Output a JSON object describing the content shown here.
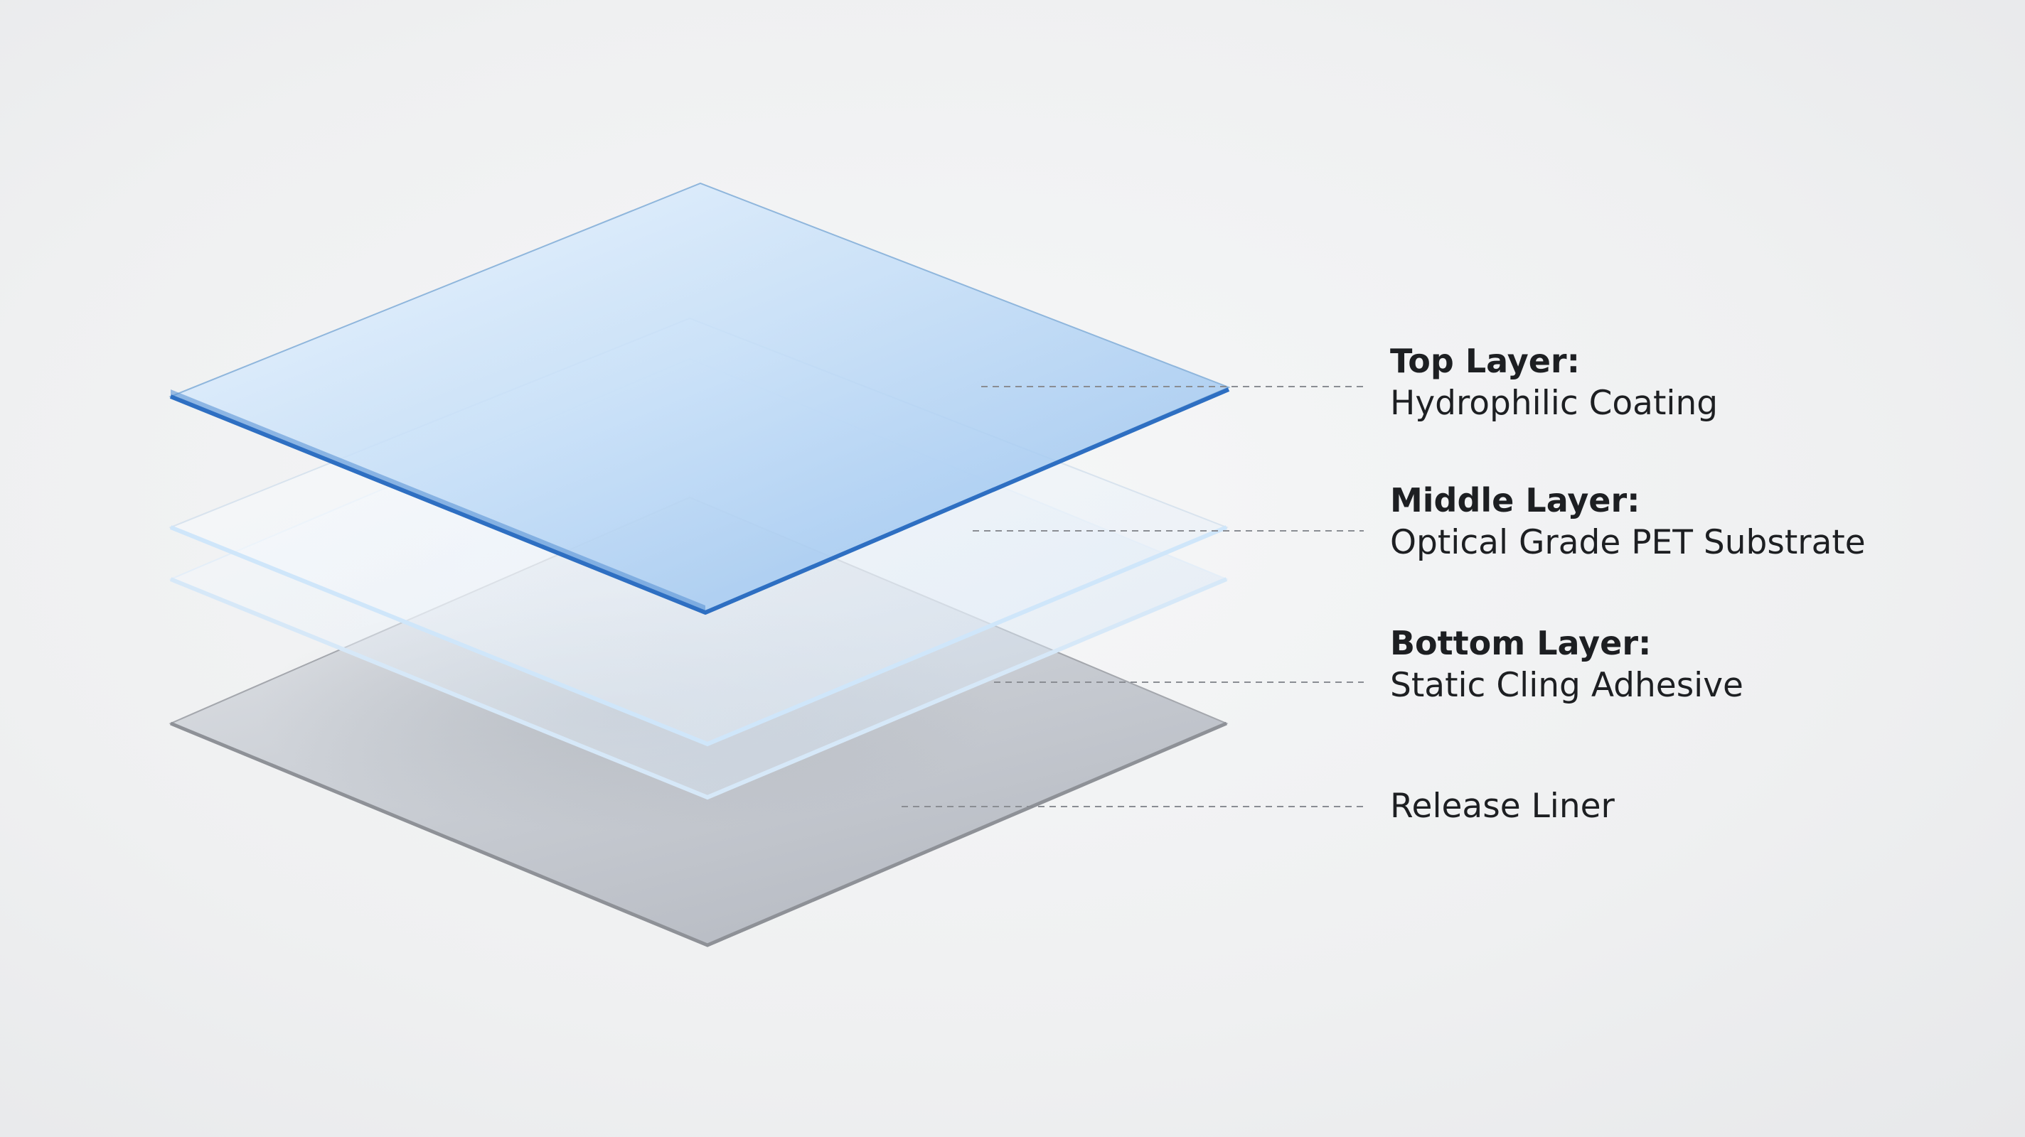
{
  "layers": [
    {
      "key": "top",
      "title": "Top Layer:",
      "description": "Hydrophilic Coating"
    },
    {
      "key": "middle",
      "title": "Middle Layer:",
      "description": "Optical Grade PET Substrate"
    },
    {
      "key": "bottom",
      "title": "Bottom Layer:",
      "description": "Static Cling Adhesive"
    },
    {
      "key": "liner",
      "title": "",
      "description": "Release Liner"
    }
  ],
  "colors": {
    "background": "#eff0f1",
    "top_layer_fill": "#a9cdf3",
    "top_layer_edge": "#2e6fc2",
    "clear_layer_edge": "#cfe6fa",
    "liner_fill": "#c7cbd2",
    "liner_edge": "#8e9197",
    "leader_line": "#8a8d93",
    "text": "#1d1f22"
  }
}
